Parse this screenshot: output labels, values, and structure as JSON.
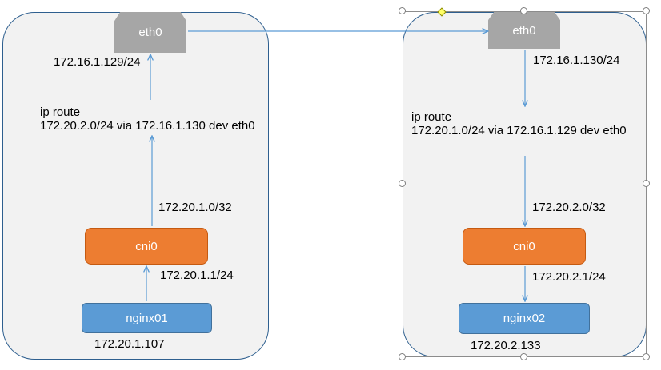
{
  "host_left": {
    "eth_label": "eth0",
    "eth_ip": "172.16.1.129/24",
    "route_title": "ip route",
    "route_rule": "172.20.2.0/24 via 172.16.1.130 dev eth0",
    "cni_subnet": "172.20.1.0/32",
    "cni_label": "cni0",
    "cni_ip": "172.20.1.1/24",
    "pod_label": "nginx01",
    "pod_ip": "172.20.1.107"
  },
  "host_right": {
    "eth_label": "eth0",
    "eth_ip": "172.16.1.130/24",
    "route_title": "ip route",
    "route_rule": "172.20.1.0/24 via 172.16.1.129 dev eth0",
    "cni_subnet": "172.20.2.0/32",
    "cni_label": "cni0",
    "cni_ip": "172.20.2.1/24",
    "pod_label": "nginx02",
    "pod_ip": "172.20.2.133"
  },
  "colors": {
    "host_fill": "#f2f2f2",
    "host_border": "#2e5f8f",
    "eth": "#a6a6a6",
    "cni": "#ed7d31",
    "pod": "#5b9bd5",
    "arrow": "#5b9bd5"
  }
}
